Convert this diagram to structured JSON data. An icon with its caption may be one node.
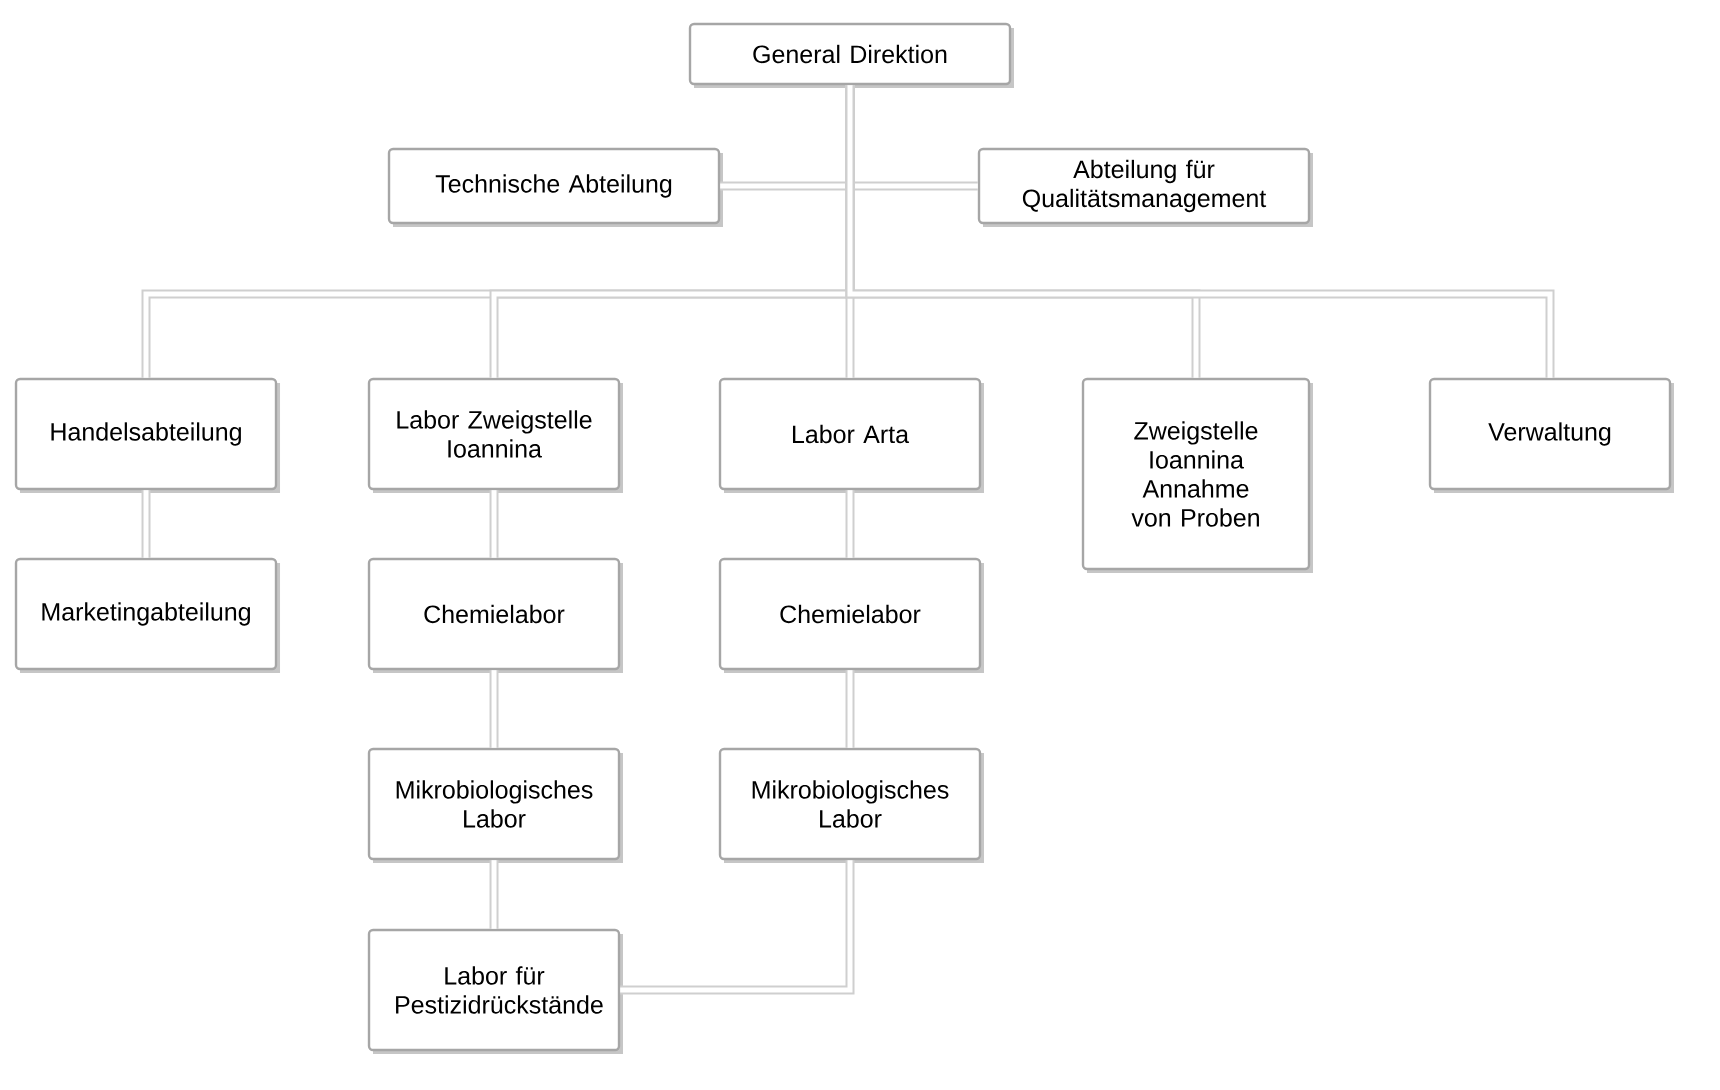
{
  "diagram": {
    "nodes": [
      {
        "text": [
          "General Direktion"
        ]
      },
      {
        "text": [
          "Technische Abteilung"
        ]
      },
      {
        "text": [
          "Abteilung für Qualitätsmanagement"
        ]
      },
      {
        "text": [
          "Handelsabteilung"
        ]
      },
      {
        "text": [
          "Labor Zweigstelle Ioannina"
        ]
      },
      {
        "text": [
          "Labor Arta"
        ]
      },
      {
        "text": [
          "Zweigstelle Ioannina Annahme von Proben"
        ]
      },
      {
        "text": [
          "Verwaltung"
        ]
      },
      {
        "text": [
          "Marketingabteilung"
        ]
      },
      {
        "text": [
          "Chemielabor"
        ]
      },
      {
        "text": [
          "Chemielabor"
        ]
      },
      {
        "text": [
          "Mikrobiologisches Labor"
        ]
      },
      {
        "text": [
          "Mikrobiologisches Labor"
        ]
      },
      {
        "text": [
          "Labor für Pestizidrückstände"
        ]
      }
    ],
    "edges": [
      {
        "from": 0,
        "to": 1,
        "arrow": "none"
      },
      {
        "from": 0,
        "to": 2,
        "arrow": "none"
      },
      {
        "from": 0,
        "to": 3,
        "arrow": "none"
      },
      {
        "from": 0,
        "to": 4,
        "arrow": "none"
      },
      {
        "from": 0,
        "to": 5,
        "arrow": "none"
      },
      {
        "from": 0,
        "to": 6,
        "arrow": "none"
      },
      {
        "from": 0,
        "to": 7,
        "arrow": "none"
      },
      {
        "from": 3,
        "to": 8,
        "arrow": "none"
      },
      {
        "from": 4,
        "to": 9,
        "arrow": "none"
      },
      {
        "from": 9,
        "to": 11,
        "arrow": "none"
      },
      {
        "from": 11,
        "to": 13,
        "arrow": "none"
      },
      {
        "from": 5,
        "to": 10,
        "arrow": "none"
      },
      {
        "from": 10,
        "to": 12,
        "arrow": "none"
      },
      {
        "from": 12,
        "to": 13,
        "arrow": "none"
      }
    ]
  }
}
